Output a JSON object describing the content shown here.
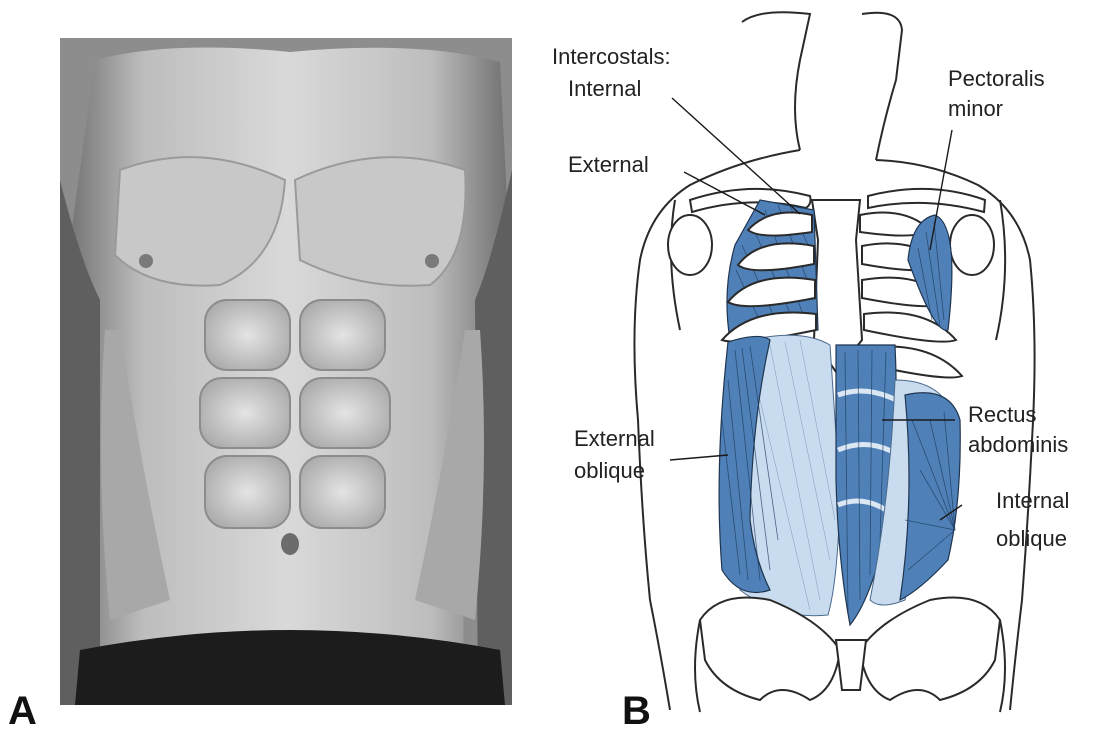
{
  "panels": {
    "a": {
      "letter": "A"
    },
    "b": {
      "letter": "B"
    }
  },
  "labels": {
    "intercostals_heading": "Intercostals:",
    "internal": "Internal",
    "external": "External",
    "pectoralis_line1": "Pectoralis",
    "pectoralis_line2": "minor",
    "rectus_line1": "Rectus",
    "rectus_line2": "abdominis",
    "ext_oblique_line1": "External",
    "ext_oblique_line2": "oblique",
    "int_oblique_line1": "Internal",
    "int_oblique_line2": "oblique"
  },
  "colors": {
    "muscle": "#4f81b8",
    "muscle_light": "#c9dcef",
    "photo_bg": "#8d8d8d"
  }
}
